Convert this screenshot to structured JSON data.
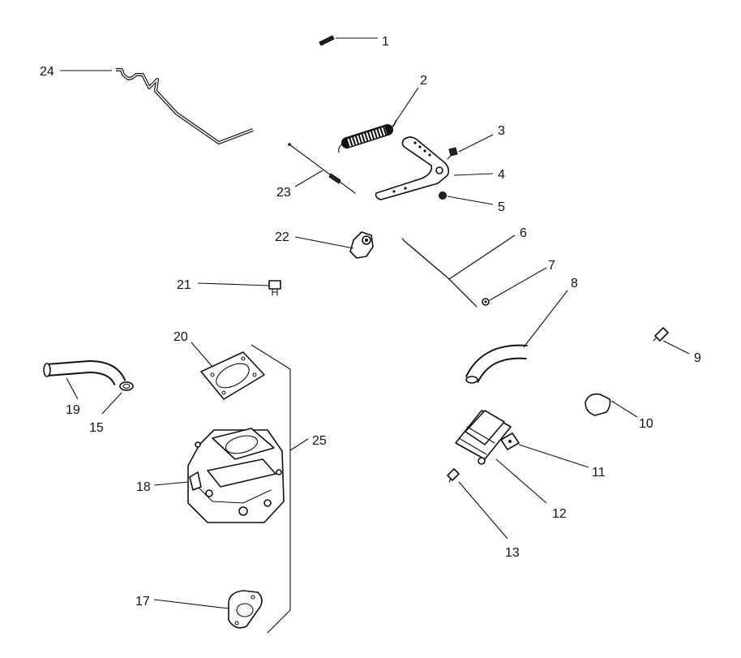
{
  "callouts": {
    "c1": "1",
    "c2": "2",
    "c3": "3",
    "c4": "4",
    "c5": "5",
    "c6": "6",
    "c7": "7",
    "c8": "8",
    "c9": "9",
    "c10": "10",
    "c11": "11",
    "c12": "12",
    "c13": "13",
    "c15": "15",
    "c17": "17",
    "c18": "18",
    "c19": "19",
    "c20": "20",
    "c21": "21",
    "c22": "22",
    "c23": "23",
    "c24": "24",
    "c25": "25"
  }
}
